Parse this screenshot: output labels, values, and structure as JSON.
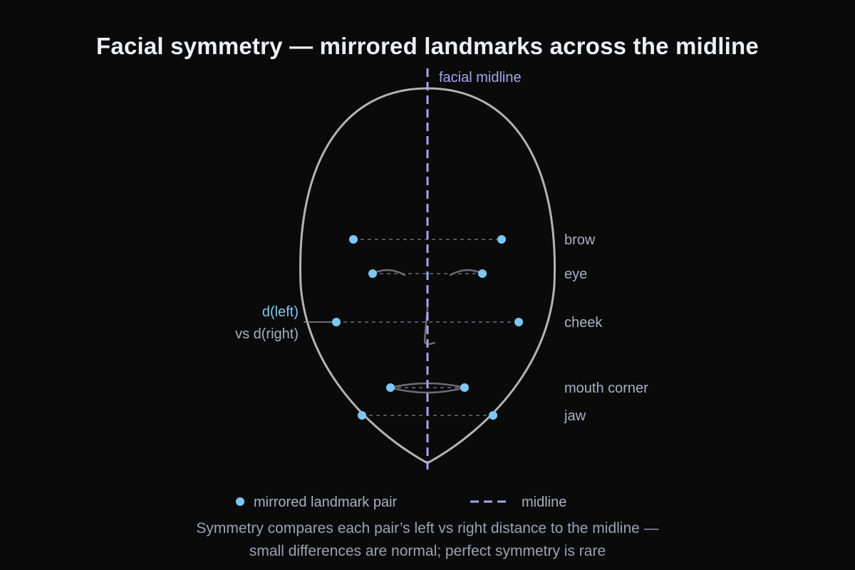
{
  "title": "Facial symmetry — mirrored landmarks across the midline",
  "midline_label": "facial midline",
  "landmarks": [
    {
      "name": "brow",
      "label": "brow"
    },
    {
      "name": "eye",
      "label": "eye"
    },
    {
      "name": "cheek",
      "label": "cheek"
    },
    {
      "name": "mouth-corner",
      "label": "mouth corner"
    },
    {
      "name": "jaw",
      "label": "jaw"
    }
  ],
  "callout": {
    "line1": "d(left)",
    "line2": "vs d(right)"
  },
  "legend": {
    "pair_label": "mirrored landmark pair",
    "midline_label": "midline"
  },
  "footnote": {
    "line1": "Symmetry compares each pair’s left vs right distance to the midline —",
    "line2": "small differences are normal; perfect symmetry is rare"
  },
  "colors": {
    "background": "#0a0a0b",
    "landmark": "#7cc8f2",
    "midline": "#a5a6f0",
    "outline": "#b4b4b4",
    "label": "#a8b0bf",
    "callout": "#7cc8f2"
  }
}
